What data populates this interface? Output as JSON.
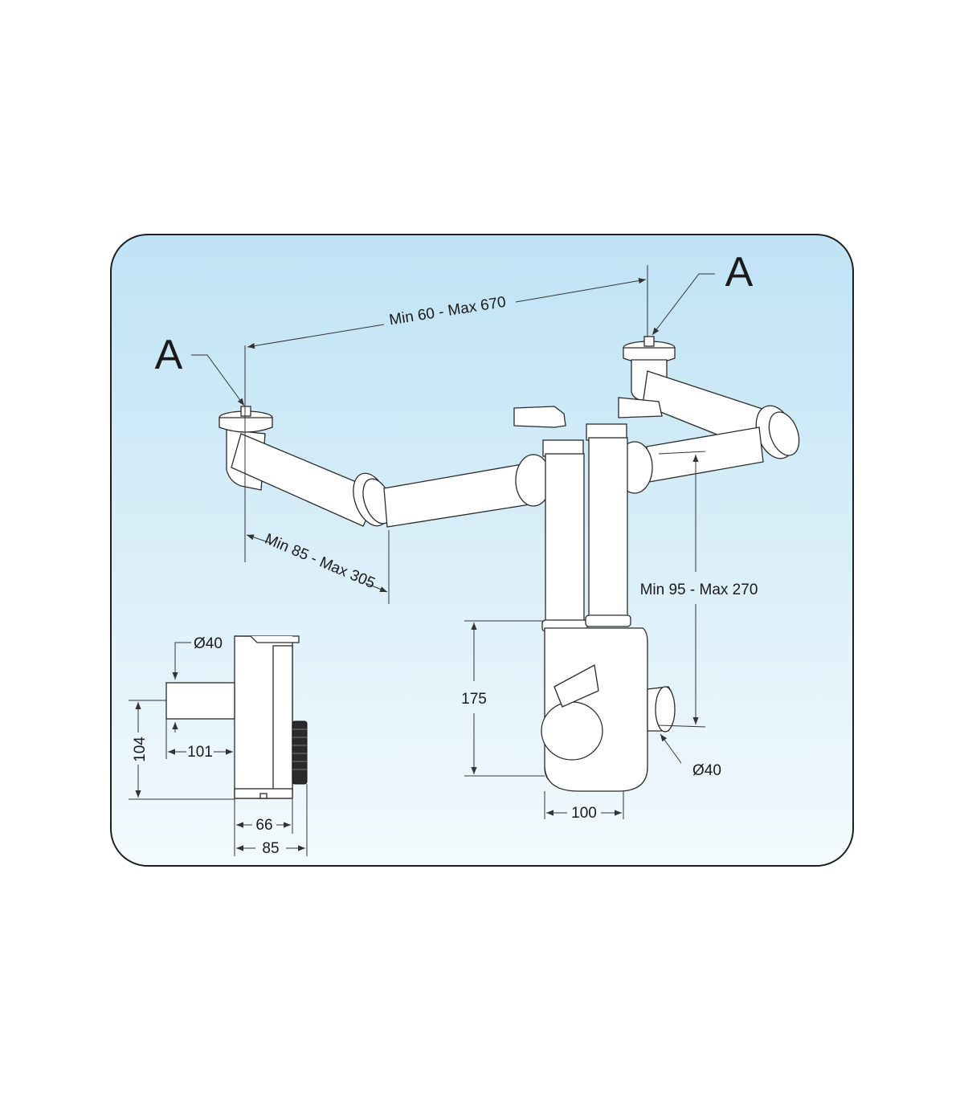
{
  "diagram": {
    "colors": {
      "panel_top": "#bfe3f5",
      "panel_bottom": "#f3fafd",
      "stroke": "#2a2a2a"
    },
    "callouts": {
      "left_a": "A",
      "right_a": "A"
    },
    "dimensions": {
      "span": "Min 60 - Max 670",
      "drop_left": "Min 85 - Max 305",
      "height_adjust": "Min 95 - Max 270",
      "trap_height": "175",
      "outlet_diameter": "Ø40",
      "trap_width": "100",
      "side_diameter": "Ø40",
      "side_height": "104",
      "side_offset": "101",
      "side_depth_inner": "66",
      "side_depth_outer": "85"
    }
  }
}
